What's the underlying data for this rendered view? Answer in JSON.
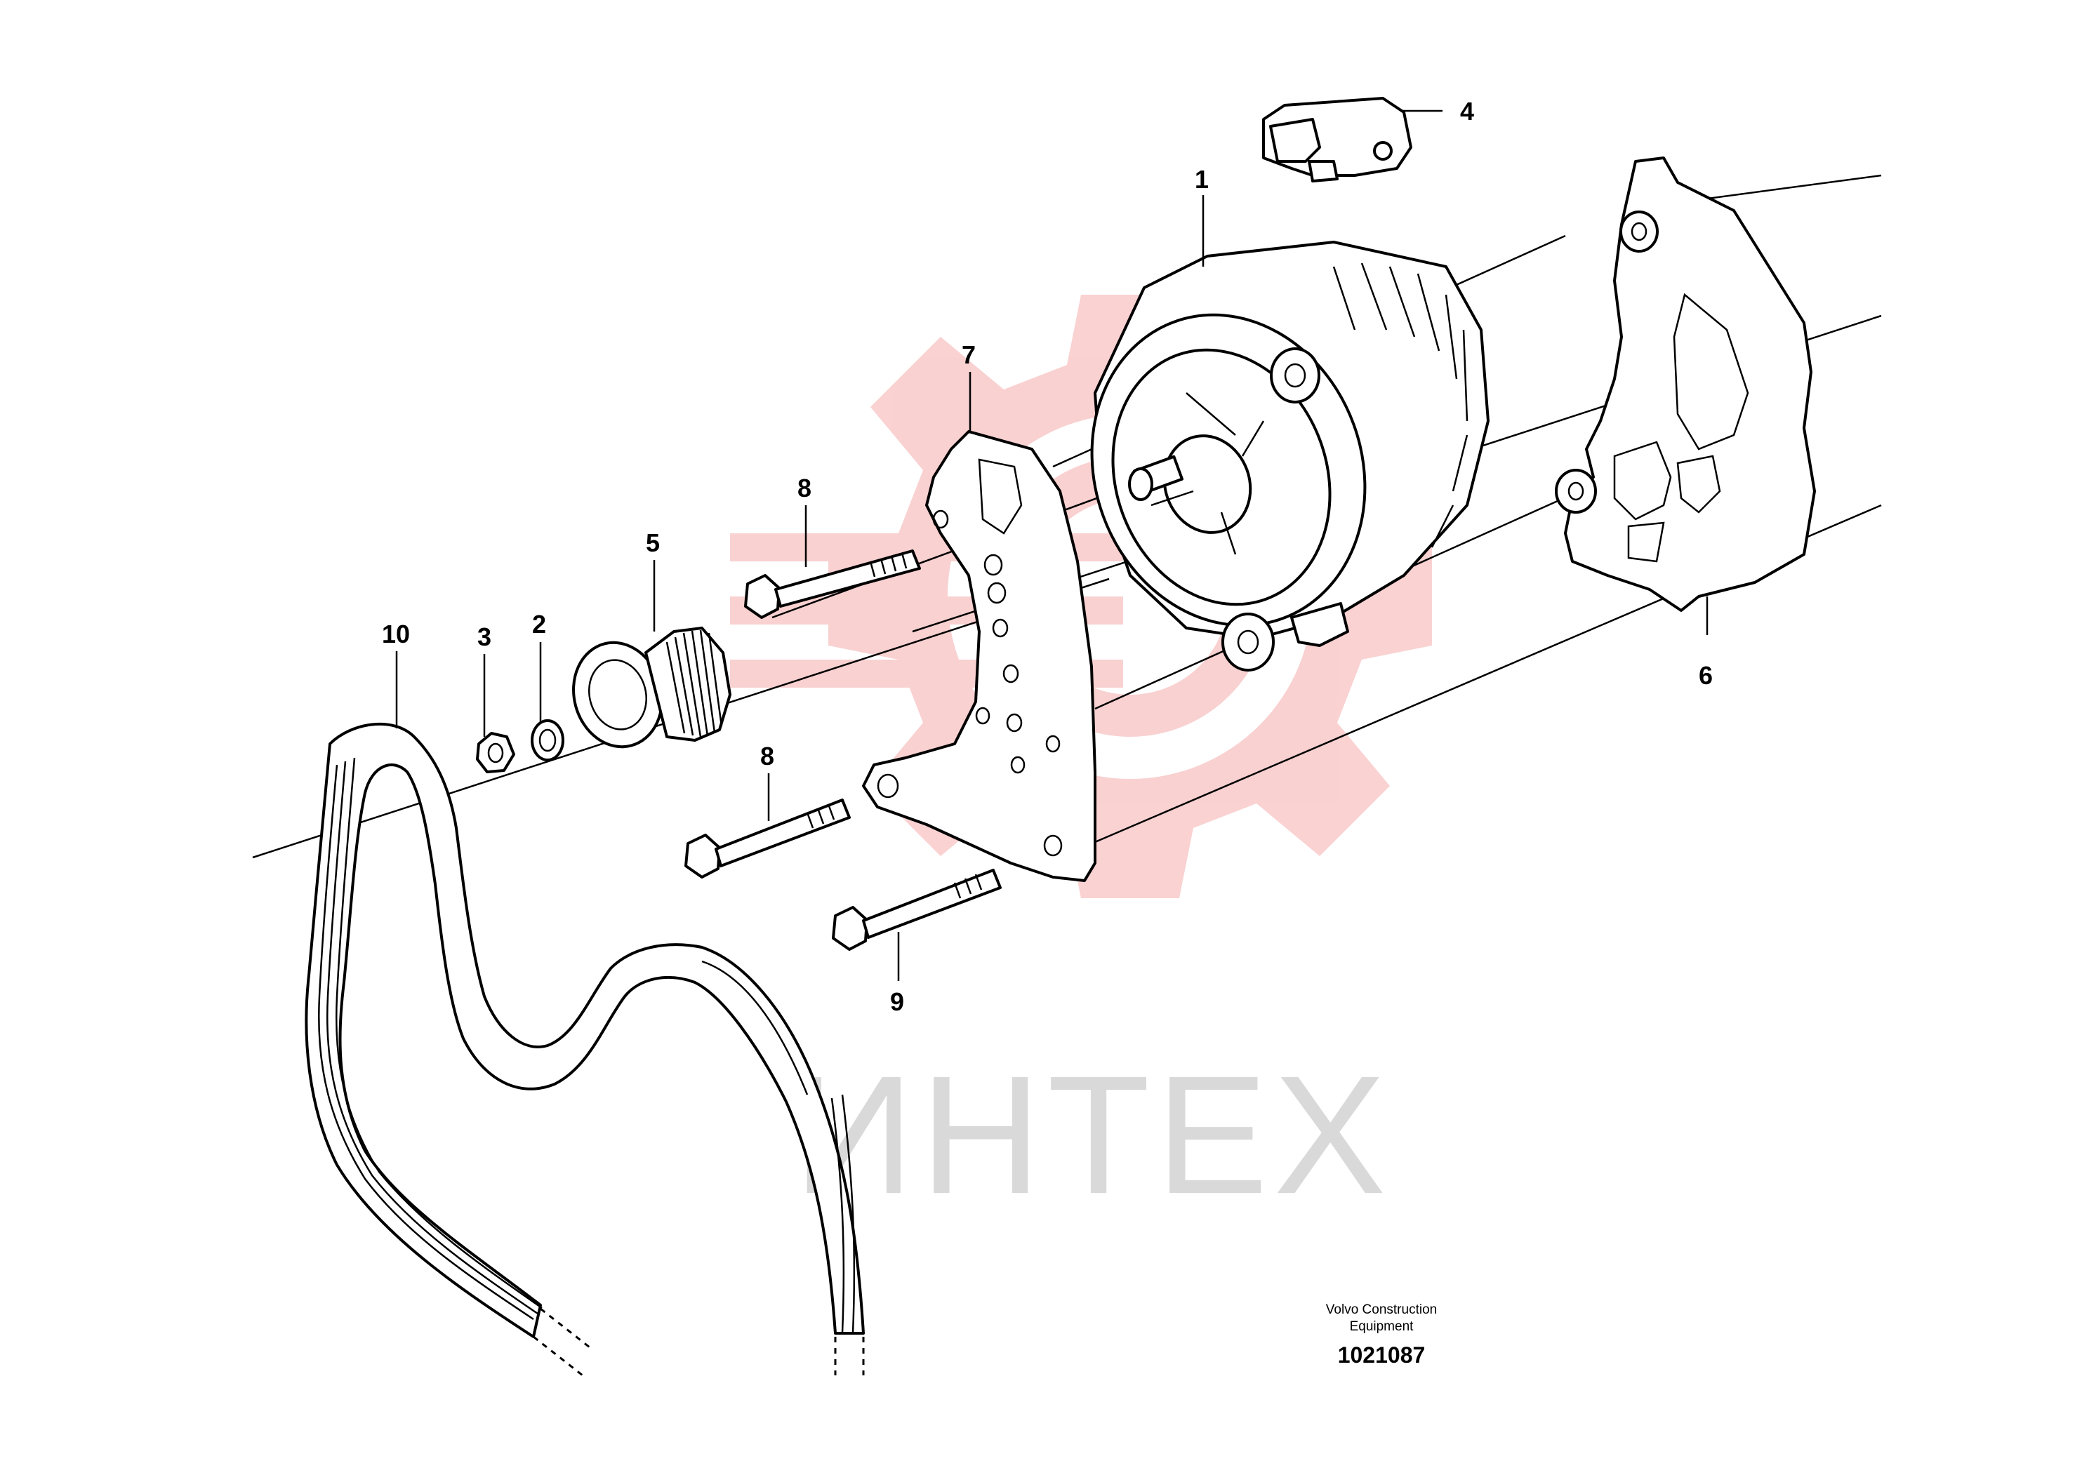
{
  "watermark": {
    "text": "ИНТЕХ",
    "color": "#f7c8c8"
  },
  "callouts": [
    "1",
    "2",
    "3",
    "4",
    "5",
    "6",
    "7",
    "8",
    "8",
    "9",
    "10"
  ],
  "footer": {
    "company_line1": "Volvo Construction",
    "company_line2": "Equipment",
    "drawing_number": "1021087"
  },
  "parts": [
    {
      "number": "1",
      "icon": "alternator-icon"
    },
    {
      "number": "2",
      "icon": "washer-icon"
    },
    {
      "number": "3",
      "icon": "nut-icon"
    },
    {
      "number": "4",
      "icon": "voltage-regulator-icon"
    },
    {
      "number": "5",
      "icon": "pulley-icon"
    },
    {
      "number": "6",
      "icon": "mounting-bracket-icon"
    },
    {
      "number": "7",
      "icon": "bracket-plate-icon"
    },
    {
      "number": "8",
      "icon": "bolt-icon"
    },
    {
      "number": "9",
      "icon": "bolt-icon"
    },
    {
      "number": "10",
      "icon": "drive-belt-icon"
    }
  ]
}
